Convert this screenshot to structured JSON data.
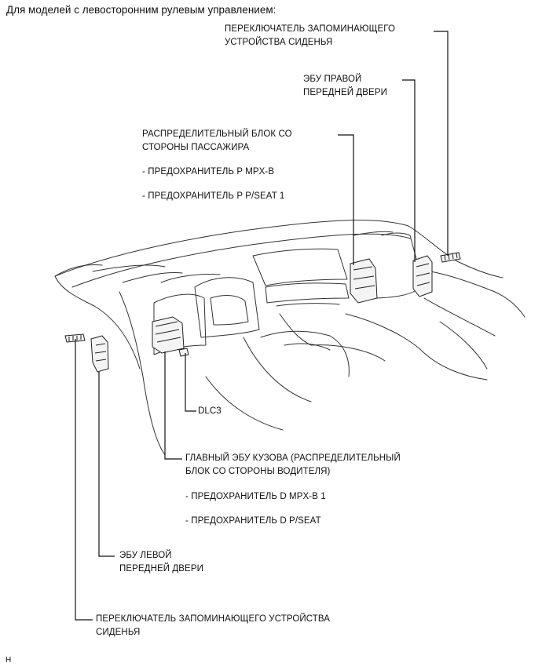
{
  "header": "Для моделей с левосторонним рулевым управлением:",
  "labels": {
    "seat_memory_switch_right": [
      "ПЕРЕКЛЮЧАТЕЛЬ ЗАПОМИНАЮЩЕГО",
      "УСТРОЙСТВА СИДЕНЬЯ"
    ],
    "right_front_door_ecu": [
      "ЭБУ ПРАВОЙ",
      "ПЕРЕДНЕЙ ДВЕРИ"
    ],
    "passenger_junction_block": [
      "РАСПРЕДЕЛИТЕЛЬНЫЙ БЛОК СО",
      "СТОРОНЫ ПАССАЖИРА"
    ],
    "passenger_fuses": [
      "- ПРЕДОХРАНИТЕЛЬ P MPX-B",
      "- ПРЕДОХРАНИТЕЛЬ P P/SEAT 1"
    ],
    "dlc3": "DLC3",
    "main_body_ecu": [
      "ГЛАВНЫЙ ЭБУ КУЗОВА (РАСПРЕДЕЛИТЕЛЬНЫЙ",
      "БЛОК СО СТОРОНЫ ВОДИТЕЛЯ)"
    ],
    "driver_fuses": [
      "- ПРЕДОХРАНИТЕЛЬ D MPX-B 1",
      "- ПРЕДОХРАНИТЕЛЬ D P/SEAT"
    ],
    "left_front_door_ecu": [
      "ЭБУ ЛЕВОЙ",
      "ПЕРЕДНЕЙ ДВЕРИ"
    ],
    "seat_memory_switch_left": [
      "ПЕРЕКЛЮЧАТЕЛЬ ЗАПОМИНАЮЩЕГО УСТРОЙСТВА",
      "СИДЕНЬЯ"
    ]
  },
  "figure_code": "H"
}
